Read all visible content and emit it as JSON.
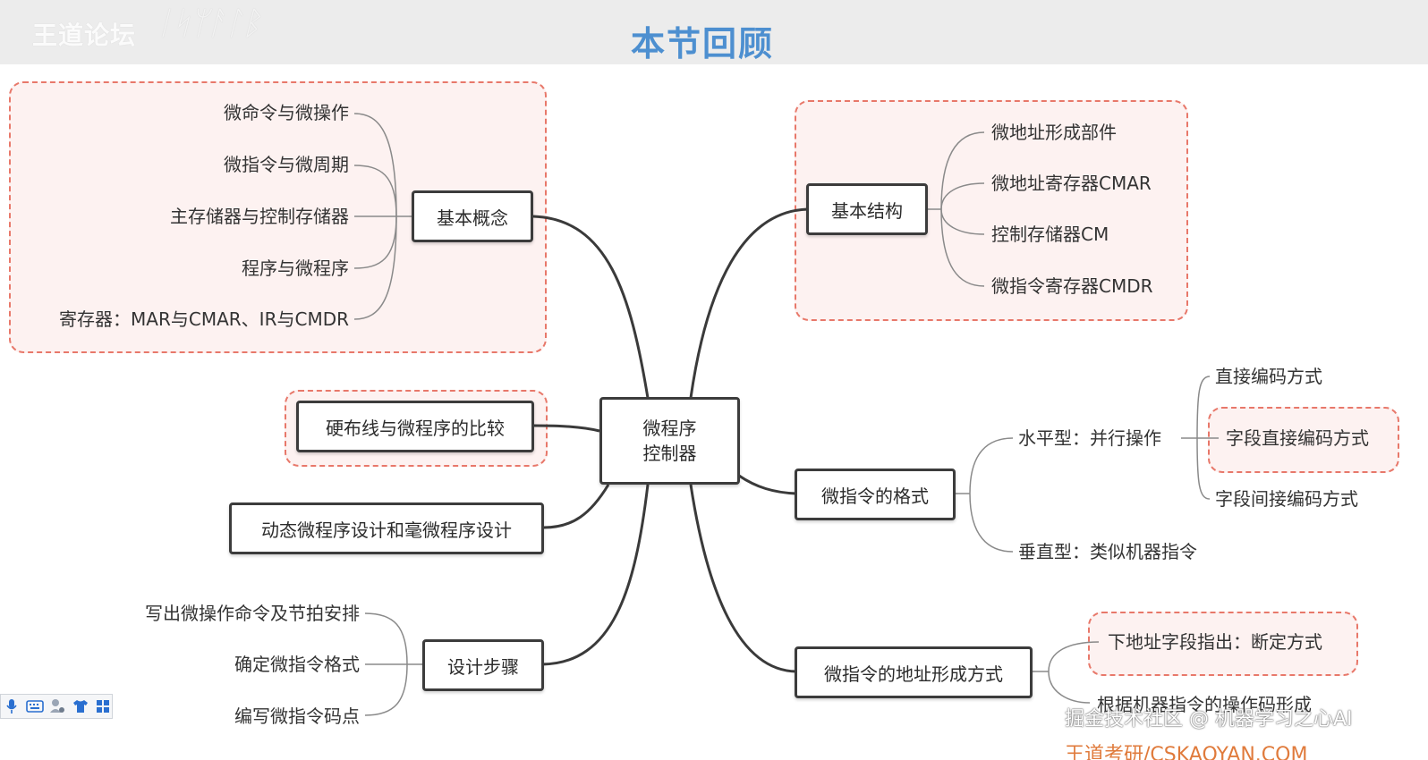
{
  "header": {
    "forum_text": "王道论坛",
    "title": "本节回顾"
  },
  "center": {
    "line1": "微程序",
    "line2": "控制器"
  },
  "left": {
    "basic_concept": {
      "label": "基本概念",
      "items": [
        "微命令与微操作",
        "微指令与微周期",
        "主存储器与控制存储器",
        "程序与微程序",
        "寄存器：MAR与CMAR、IR与CMDR"
      ]
    },
    "compare": {
      "label": "硬布线与微程序的比较"
    },
    "dynamic": {
      "label": "动态微程序设计和毫微程序设计"
    },
    "design_steps": {
      "label": "设计步骤",
      "items": [
        "写出微操作命令及节拍安排",
        "确定微指令格式",
        "编写微指令码点"
      ]
    }
  },
  "right": {
    "basic_structure": {
      "label": "基本结构",
      "items": [
        "微地址形成部件",
        "微地址寄存器CMAR",
        "控制存储器CM",
        "微指令寄存器CMDR"
      ]
    },
    "format": {
      "label": "微指令的格式",
      "horizontal": {
        "label": "水平型：并行操作",
        "items": [
          "直接编码方式",
          "字段直接编码方式",
          "字段间接编码方式"
        ]
      },
      "vertical": {
        "label": "垂直型：类似机器指令"
      }
    },
    "address": {
      "label": "微指令的地址形成方式",
      "items": [
        "下地址字段指出：断定方式",
        "根据机器指令的操作码形成"
      ]
    }
  },
  "watermark": {
    "line1": "掘金技术社区 @ 机器学习之心AI",
    "line2": "王道考研/CSKAOYAN.COM"
  },
  "colors": {
    "title": "#4d8fd0",
    "highlight_border": "#e8786a",
    "highlight_fill": "#fdf2f1",
    "node_border": "#3c3c3c"
  },
  "toolbar_icons": [
    "microphone-icon",
    "keyboard-icon",
    "user-settings-icon",
    "shirt-icon",
    "grid-icon"
  ]
}
